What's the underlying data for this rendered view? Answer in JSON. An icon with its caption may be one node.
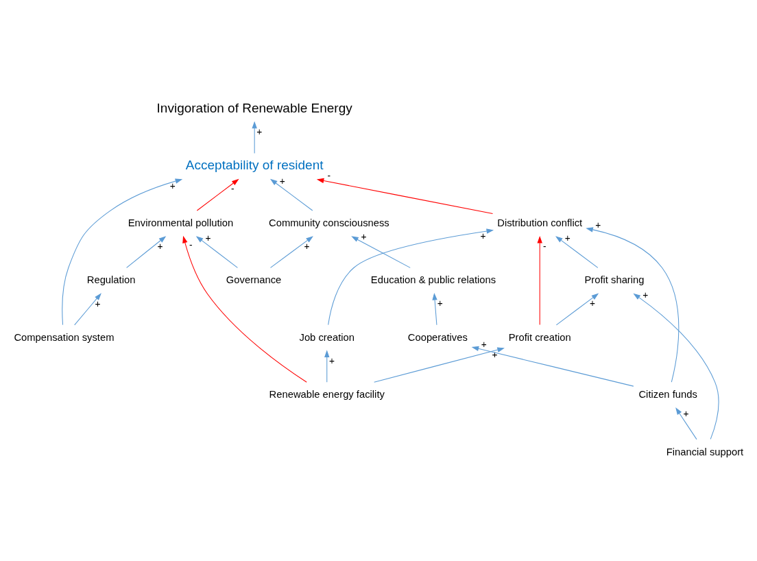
{
  "diagram": {
    "nodes": [
      {
        "text": [
          "Compensation system"
        ]
      },
      {
        "text": [
          "Regulation"
        ]
      },
      {
        "text": [
          "Invigoration of Renewable Energy"
        ]
      },
      {
        "text": [
          "Acceptability of resident"
        ]
      },
      {
        "text": [
          "Environmental pollution"
        ]
      },
      {
        "text": [
          "Governance"
        ]
      },
      {
        "text": [
          "Community consciousness"
        ]
      },
      {
        "text": [
          "Education & public relations"
        ]
      },
      {
        "text": [
          "Job creation"
        ]
      },
      {
        "text": [
          "Distribution conflict"
        ]
      },
      {
        "text": [
          "Renewable energy facility"
        ]
      },
      {
        "text": [
          "Cooperatives"
        ]
      },
      {
        "text": [
          "Profit creation"
        ]
      },
      {
        "text": [
          "Citizen funds"
        ]
      },
      {
        "text": [
          "Profit sharing"
        ]
      },
      {
        "text": [
          "Financial support"
        ]
      }
    ],
    "edges": [
      {
        "from": 0,
        "to": 1,
        "arrow": "to",
        "label": "+"
      },
      {
        "from": 0,
        "to": 3,
        "arrow": "to",
        "label": "+"
      },
      {
        "from": 1,
        "to": 4,
        "arrow": "to",
        "label": "+"
      },
      {
        "from": 4,
        "to": 3,
        "arrow": "to",
        "label": "-",
        "color": "#ff0000"
      },
      {
        "from": 3,
        "to": 2,
        "arrow": "to",
        "label": "+"
      },
      {
        "from": 6,
        "to": 3,
        "arrow": "to",
        "label": "+"
      },
      {
        "from": 5,
        "to": 4,
        "arrow": "to",
        "label": "+"
      },
      {
        "from": 5,
        "to": 6,
        "arrow": "to",
        "label": "+"
      },
      {
        "from": 10,
        "to": 4,
        "arrow": "to",
        "label": "-",
        "color": "#ff0000"
      },
      {
        "from": 9,
        "to": 3,
        "arrow": "to",
        "label": "-",
        "color": "#ff0000"
      },
      {
        "from": 7,
        "to": 6,
        "arrow": "to",
        "label": "+"
      },
      {
        "from": 11,
        "to": 7,
        "arrow": "to",
        "label": "+"
      },
      {
        "from": 13,
        "to": 11,
        "arrow": "to",
        "label": "+"
      },
      {
        "from": 13,
        "to": 9,
        "arrow": "to",
        "label": "+"
      },
      {
        "from": 10,
        "to": 8,
        "arrow": "to",
        "label": "+"
      },
      {
        "from": 8,
        "to": 9,
        "arrow": "to",
        "label": "+"
      },
      {
        "from": 12,
        "to": 9,
        "arrow": "to",
        "label": "-",
        "color": "#ff0000"
      },
      {
        "from": 10,
        "to": 12,
        "arrow": "to",
        "label": "+"
      },
      {
        "from": 12,
        "to": 14,
        "arrow": "to",
        "label": "+"
      },
      {
        "from": 14,
        "to": 9,
        "arrow": "to",
        "label": "+"
      },
      {
        "from": 15,
        "to": 14,
        "arrow": "to",
        "label": "+"
      },
      {
        "from": 15,
        "to": 13,
        "arrow": "to",
        "label": "+"
      }
    ]
  }
}
